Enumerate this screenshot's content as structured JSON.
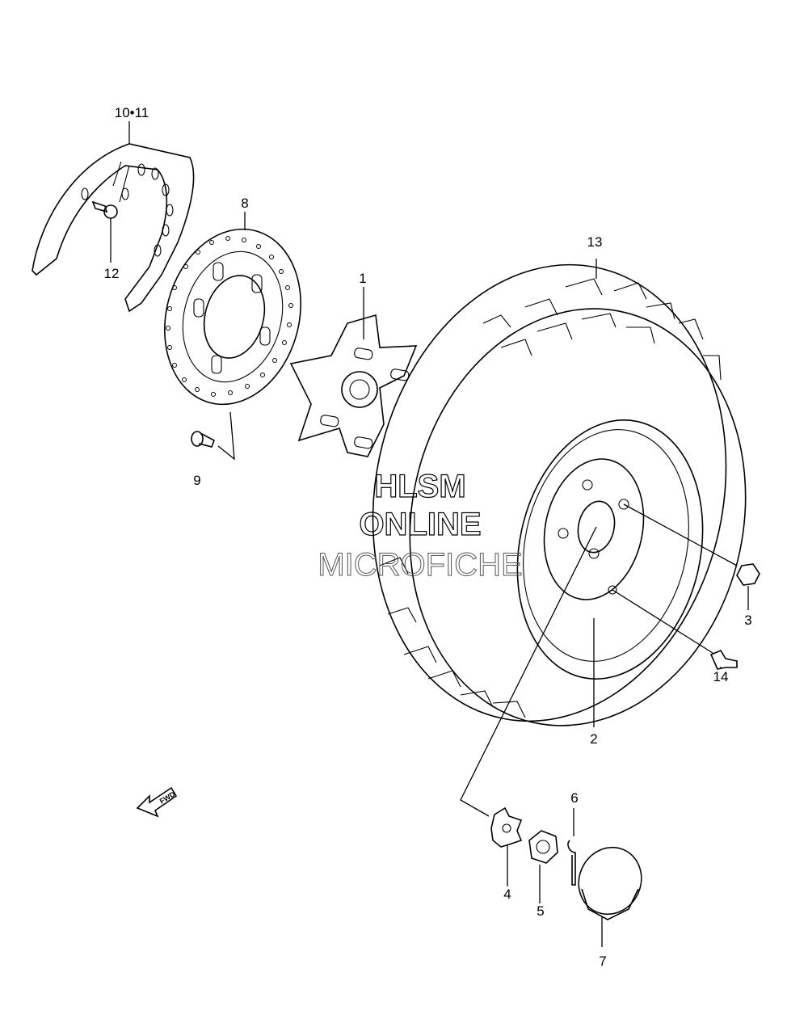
{
  "labels": {
    "p1": "1",
    "p2": "2",
    "p3": "3",
    "p4": "4",
    "p5": "5",
    "p6": "6",
    "p7": "7",
    "p8": "8",
    "p9": "9",
    "p10_11": "10•11",
    "p12": "12",
    "p13": "13",
    "p14": "14"
  },
  "watermark": {
    "line1": "HLSM",
    "line2": "ONLINE",
    "line3": "MICROFICHE"
  },
  "fwd_arrow": "FWD"
}
